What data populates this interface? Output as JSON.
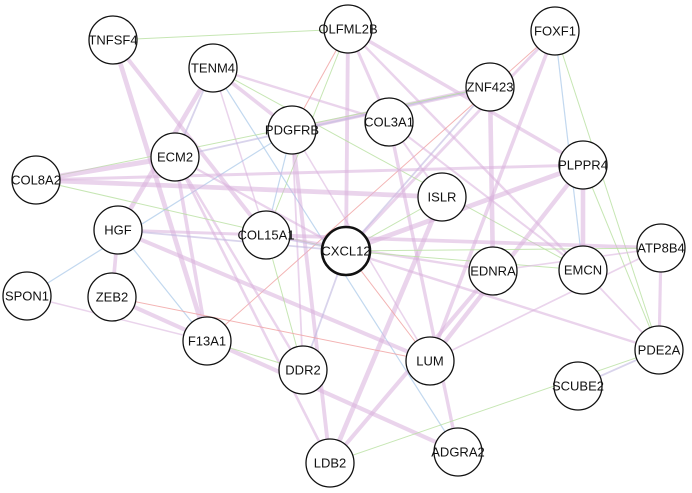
{
  "network": {
    "nodes": [
      {
        "id": "TNFSF4",
        "label": "TNFSF4"
      },
      {
        "id": "OLFML2B",
        "label": "OLFML2B"
      },
      {
        "id": "FOXF1",
        "label": "FOXF1"
      },
      {
        "id": "TENM4",
        "label": "TENM4"
      },
      {
        "id": "ZNF423",
        "label": "ZNF423"
      },
      {
        "id": "COL3A1",
        "label": "COL3A1"
      },
      {
        "id": "PDGFRB",
        "label": "PDGFRB"
      },
      {
        "id": "ECM2",
        "label": "ECM2"
      },
      {
        "id": "COL8A2",
        "label": "COL8A2"
      },
      {
        "id": "PLPPR4",
        "label": "PLPPR4"
      },
      {
        "id": "ISLR",
        "label": "ISLR"
      },
      {
        "id": "HGF",
        "label": "HGF"
      },
      {
        "id": "COL15A1",
        "label": "COL15A1"
      },
      {
        "id": "CXCL12",
        "label": "CXCL12",
        "hub": true
      },
      {
        "id": "ATP8B4",
        "label": "ATP8B4"
      },
      {
        "id": "EDNRA",
        "label": "EDNRA"
      },
      {
        "id": "EMCN",
        "label": "EMCN"
      },
      {
        "id": "SPON1",
        "label": "SPON1"
      },
      {
        "id": "ZEB2",
        "label": "ZEB2"
      },
      {
        "id": "F13A1",
        "label": "F13A1"
      },
      {
        "id": "DDR2",
        "label": "DDR2"
      },
      {
        "id": "LUM",
        "label": "LUM"
      },
      {
        "id": "PDE2A",
        "label": "PDE2A"
      },
      {
        "id": "SCUBE2",
        "label": "SCUBE2"
      },
      {
        "id": "ADGRA2",
        "label": "ADGRA2"
      },
      {
        "id": "LDB2",
        "label": "LDB2"
      }
    ],
    "edge_colors": {
      "coexpression": "#d8b0dc",
      "physical": "#f0a0a0",
      "genetic": "#b8e0a0",
      "pathway": "#a8c8e8",
      "colocalization": "#c0b8e0"
    },
    "node_stroke": "#111111"
  }
}
